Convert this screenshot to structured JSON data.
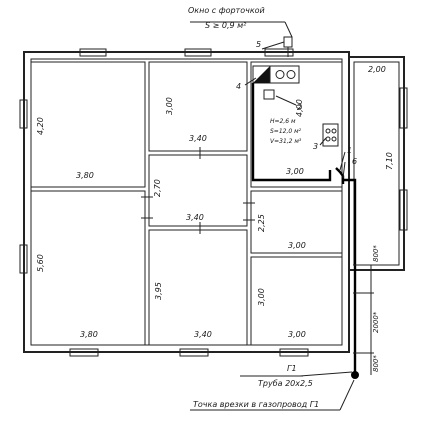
{
  "window_note": {
    "line1": "Окно с форточкой",
    "line2": "S ≥ 0,9 м²"
  },
  "callouts": [
    "1",
    "2",
    "3",
    "4",
    "5",
    "6"
  ],
  "kitchen": {
    "height": "H=2,6 м",
    "area": "S=12,0 м²",
    "volume": "V=31,2 м³"
  },
  "dims": {
    "top_left_room_v": "4,20",
    "top_left_room_h": "3,80",
    "bottom_left_room_v": "5,60",
    "bottom_left_room_h": "3,80",
    "top_mid_room_v": "3,00",
    "top_mid_room_h": "3,40",
    "mid_room_v": "2,70",
    "mid_room_h": "3,40",
    "bottom_mid_room_v": "3,95",
    "bottom_mid_room_h": "3,40",
    "kitchen_v": "4,00",
    "kitchen_h": "3,00",
    "small_room_v": "2,25",
    "small_room_h": "3,00",
    "bottom_right_room_v": "3,00",
    "bottom_right_room_h": "3,00",
    "veranda_h": "2,00",
    "veranda_v": "7,10",
    "pipe_seg1": "800*",
    "pipe_seg2": "2000*",
    "pipe_seg3": "800*"
  },
  "pipe": {
    "name": "Г1",
    "spec": "Труба 20х2,5"
  },
  "tie_in_note": "Точка врезки в газопровод Г1"
}
